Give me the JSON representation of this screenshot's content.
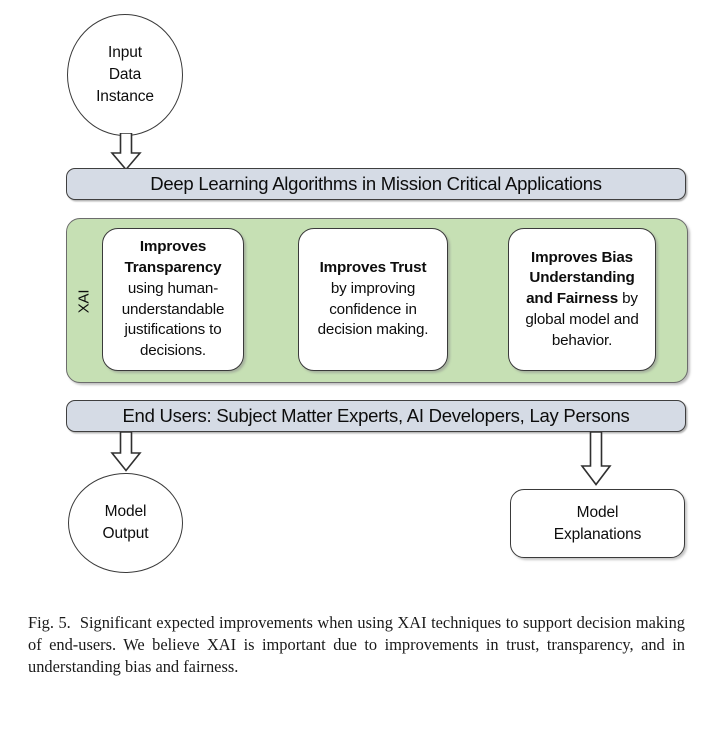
{
  "figure": {
    "input_node": {
      "lines": [
        "Input",
        "Data",
        "Instance"
      ],
      "shape": "ellipse"
    },
    "pipeline_bar": {
      "label": "Deep Learning Algorithms in Mission Critical Applications",
      "fill_color": "#d5dbe5"
    },
    "xai_panel": {
      "side_label": "XAI",
      "fill_color": "#c6e0b4",
      "cards": [
        {
          "bold": "Improves\nTransparency",
          "bold_line1": "Improves",
          "bold_line2": "Transparency",
          "rest": "using human-understandable justifications to decisions."
        },
        {
          "bold_line1": "Improves Trust",
          "rest": "by improving confidence in decision making."
        },
        {
          "bold_line1": "Improves Bias",
          "bold_line2": "Understanding",
          "bold_line3": "and Fairness",
          "rest_inline": " by",
          "rest": "global model and behavior."
        }
      ]
    },
    "end_users_bar": {
      "label": "End Users: Subject Matter Experts, AI Developers, Lay Persons",
      "fill_color": "#d5dbe5"
    },
    "output_node": {
      "lines": [
        "Model",
        "Output"
      ],
      "shape": "ellipse"
    },
    "explanations_node": {
      "lines": [
        "Model",
        "Explanations"
      ],
      "shape": "rounded-rectangle"
    },
    "arrows": [
      {
        "name": "arrow-input-to-pipeline"
      },
      {
        "name": "arrow-endusers-to-output"
      },
      {
        "name": "arrow-endusers-to-explanations"
      }
    ]
  },
  "caption": {
    "number": "Fig. 5.",
    "text": "Significant expected improvements when using XAI techniques to support decision making of end-users. We believe XAI is important due to improvements in trust, transparency, and in understanding bias and fairness."
  }
}
